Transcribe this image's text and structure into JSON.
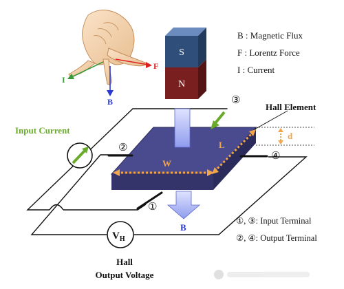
{
  "legend": {
    "b": "B : Magnetic Flux",
    "f": "F : Lorentz Force",
    "i": "I : Current"
  },
  "magnet": {
    "north": "N",
    "south": "S"
  },
  "hand_axes": {
    "i": "I",
    "b": "B",
    "f": "F"
  },
  "labels": {
    "input_current": "Input Current",
    "hall_element": "Hall Element",
    "hall_output_line1": "Hall",
    "hall_output_line2": "Output Voltage",
    "width": "W",
    "length": "L",
    "thickness": "d",
    "field_below": "B",
    "voltmeter_main": "V",
    "voltmeter_sub": "H"
  },
  "terminals": {
    "t1": "①",
    "t2": "②",
    "t3": "③",
    "t4": "④"
  },
  "notes": {
    "input": "①, ③: Input Terminal",
    "output": "②, ④: Output Terminal"
  },
  "colors": {
    "plate_top": "#4a4a8e",
    "plate_side": "#34346a",
    "magnet_south": "#2f4f7a",
    "magnet_north": "#7a1f1f",
    "dim_orange": "#f2a54a",
    "green": "#6aaa2a",
    "arrow_blue": "#9aa6f0"
  }
}
